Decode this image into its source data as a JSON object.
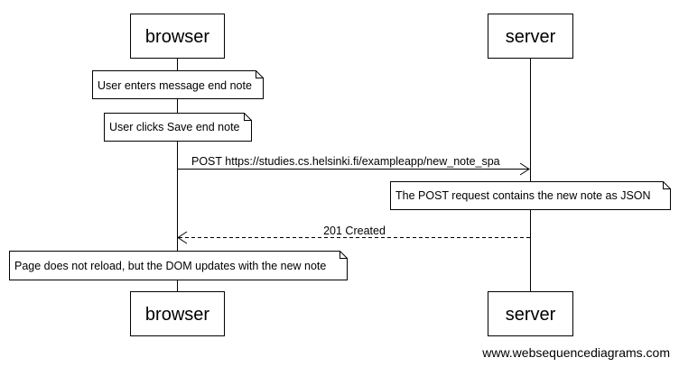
{
  "diagram": {
    "participants": {
      "browser": {
        "label": "browser"
      },
      "server": {
        "label": "server"
      }
    },
    "notes": [
      {
        "text": "User enters message end note"
      },
      {
        "text": "User clicks Save end note"
      },
      {
        "text": "The POST request contains the new note as JSON"
      },
      {
        "text": "Page does not reload, but the DOM updates with the new note"
      }
    ],
    "messages": [
      {
        "text": "POST https://studies.cs.helsinki.fi/exampleapp/new_note_spa",
        "style": "solid"
      },
      {
        "text": "201 Created",
        "style": "dashed"
      }
    ],
    "footer": "www.websequencediagrams.com"
  }
}
